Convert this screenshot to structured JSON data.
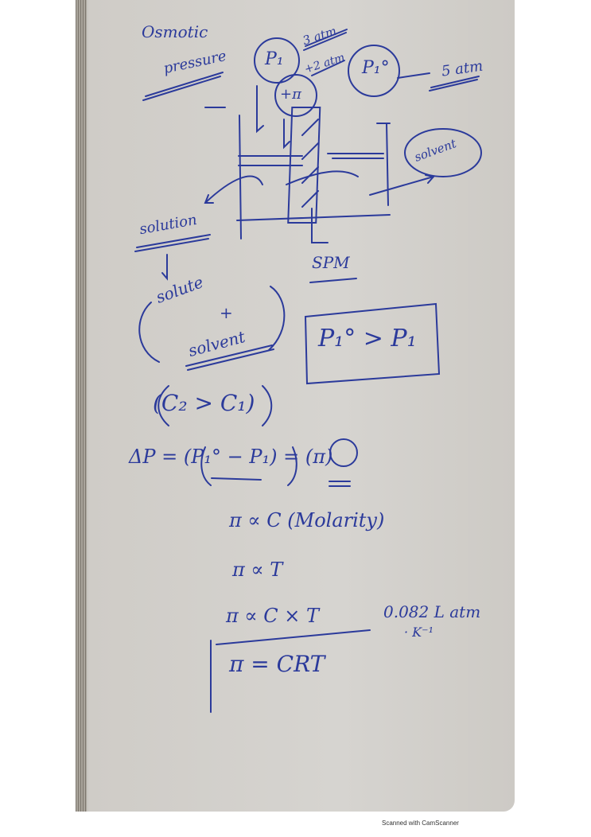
{
  "notes": {
    "title_line1": "Osmotic",
    "title_line2": "pressure",
    "p1": "P₁",
    "p1_value": "3 atm",
    "pi_value": "+2 atm",
    "pi_circle": "+π",
    "p1_zero": "P₁°",
    "p1_zero_value": "5 atm",
    "solvent_label": "solvent",
    "solution_label": "solution",
    "spm_label": "SPM",
    "solute_solvent_line1": "solute",
    "solute_solvent_line2": "+",
    "solute_solvent_line3": "solvent",
    "boxed_inequality": "P₁° > P₁",
    "concentration": "(C₂ > C₁)",
    "delta_p": "ΔP = (P₁° − P₁) = (π)",
    "relation1": "π ∝ C (Molarity)",
    "relation2": "π ∝ T",
    "relation3": "π ∝ C × T",
    "r_value_line1": "0.082 L atm",
    "r_value_line2": "· K⁻¹",
    "boxed_formula": "π = CRT"
  },
  "footer": {
    "scanner_text": "Scanned with CamScanner"
  },
  "colors": {
    "ink": "#2b3a9b",
    "paper": "#d4d2ce"
  }
}
